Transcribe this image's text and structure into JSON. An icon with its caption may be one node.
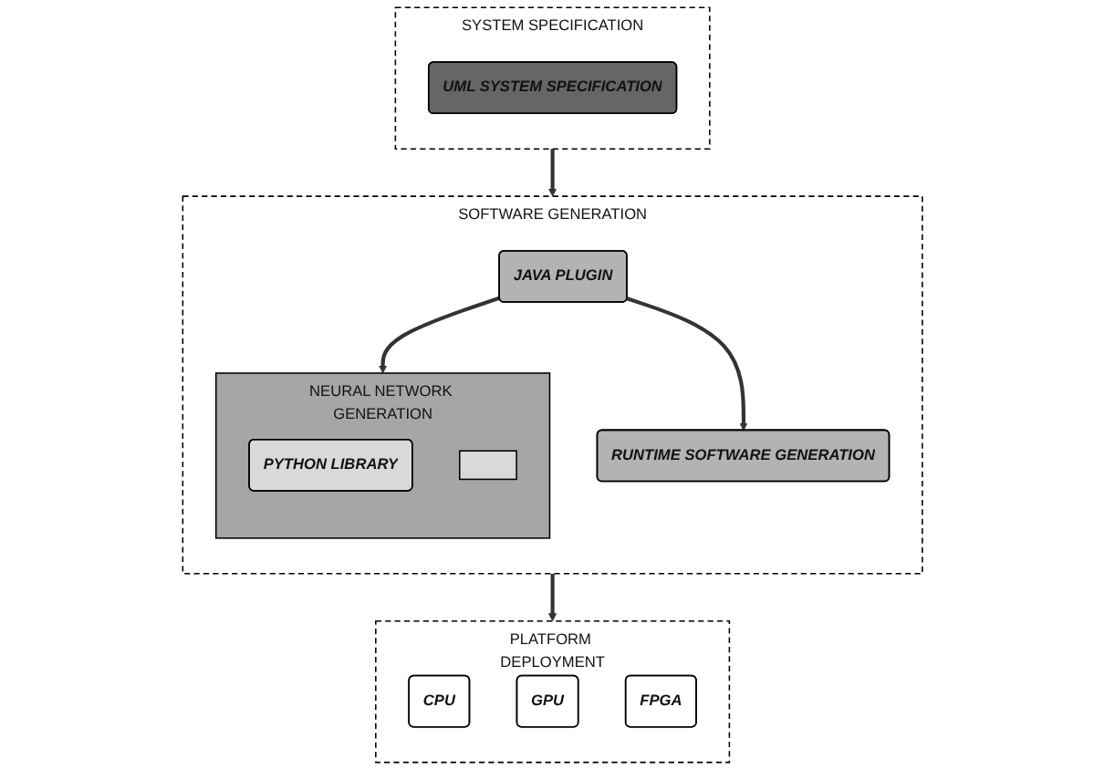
{
  "diagram": {
    "nodes": [
      {
        "text": [
          "SYSTEM SPECIFICATION"
        ]
      },
      {
        "text": [
          "UML SYSTEM SPECIFICATION"
        ],
        "in": 0
      },
      {
        "text": [
          "SOFTWARE GENERATION"
        ]
      },
      {
        "text": [
          "JAVA PLUGIN"
        ],
        "in": 2
      },
      {
        "text": [
          "NEURAL NETWORK GENERATION"
        ],
        "in": 2
      },
      {
        "text": [
          "PYTHON LIBRARY"
        ],
        "in": 4
      },
      {
        "text": [],
        "shape": "box",
        "in": 4
      },
      {
        "text": [
          "RUNTIME SOFTWARE GENERATION"
        ],
        "in": 2
      },
      {
        "text": [
          "PLATFORM DEPLOYMENT"
        ]
      },
      {
        "text": [
          "CPU"
        ],
        "in": 8
      },
      {
        "text": [
          "GPU"
        ],
        "in": 8
      },
      {
        "text": [
          "FPGA"
        ],
        "in": 8
      }
    ],
    "edges": [
      {
        "from": 0,
        "to": 2,
        "arrow": "to"
      },
      {
        "from": 3,
        "to": 4,
        "arrow": "to"
      },
      {
        "from": 3,
        "to": 7,
        "arrow": "to"
      },
      {
        "from": 2,
        "to": 8,
        "arrow": "to"
      }
    ]
  }
}
